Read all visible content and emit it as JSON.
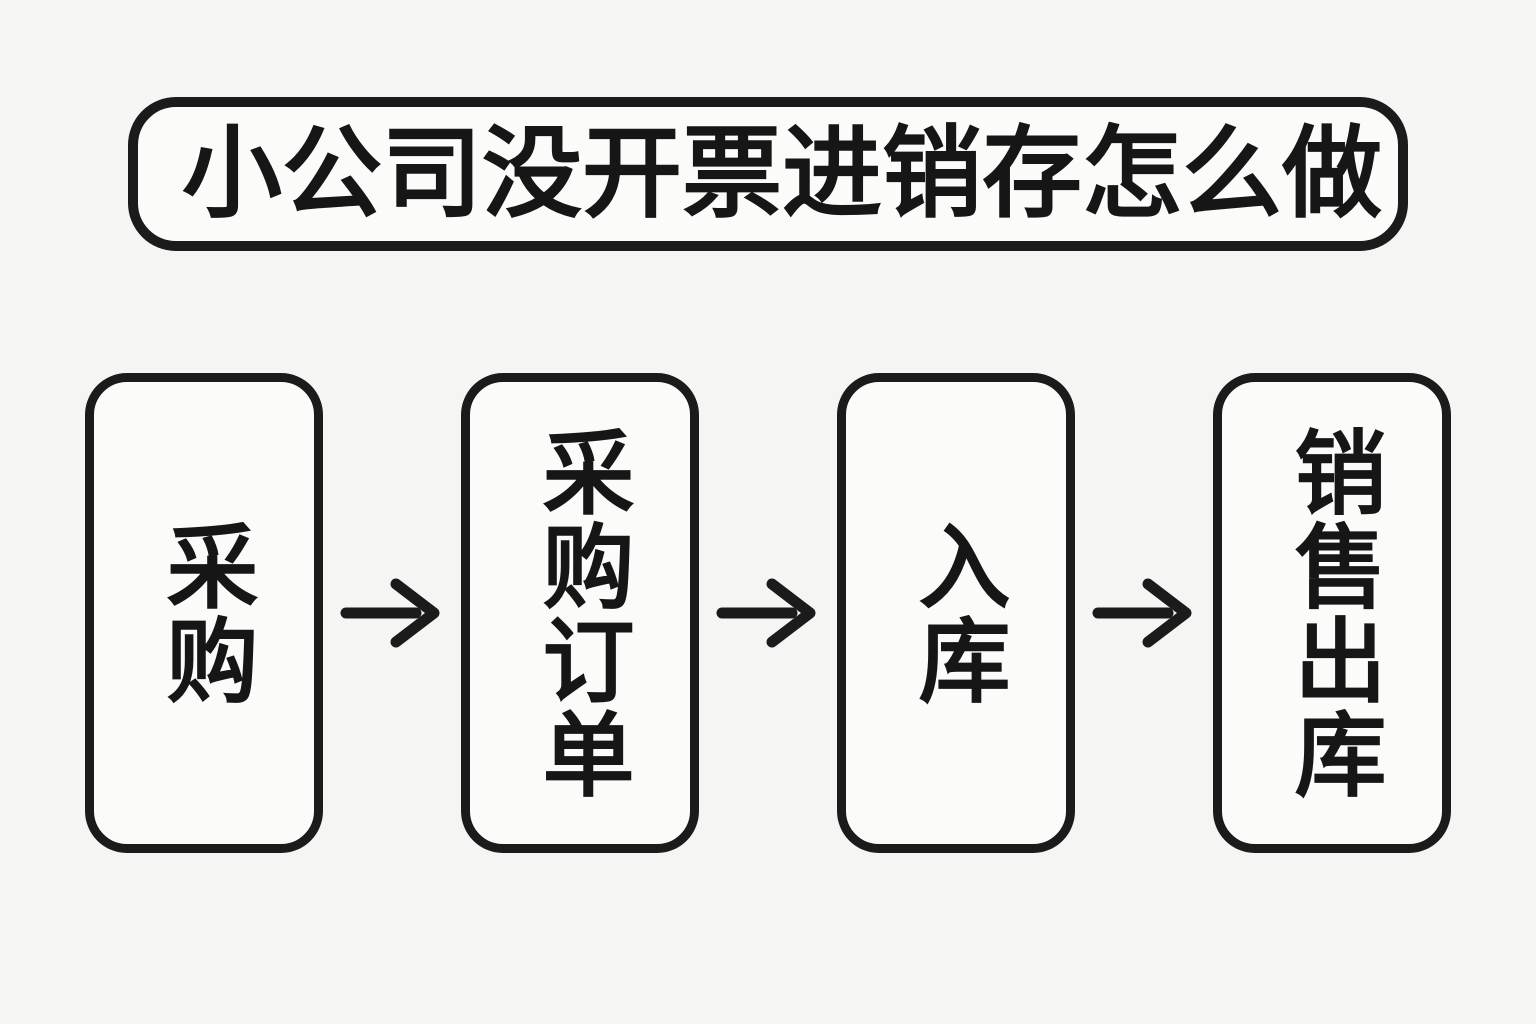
{
  "page": {
    "background_color": "#f5f5f3",
    "box_fill_color": "#fbfbfa",
    "line_color": "#1b1b1b",
    "text_color": "#161616"
  },
  "title": {
    "text": "小公司没开票进销存怎么做"
  },
  "flow": {
    "steps": [
      {
        "label": "采购"
      },
      {
        "label": "采购订单"
      },
      {
        "label": "入库"
      },
      {
        "label": "销售出库"
      }
    ],
    "arrow_icon": "arrow-right",
    "arrow_glyph": "→"
  }
}
